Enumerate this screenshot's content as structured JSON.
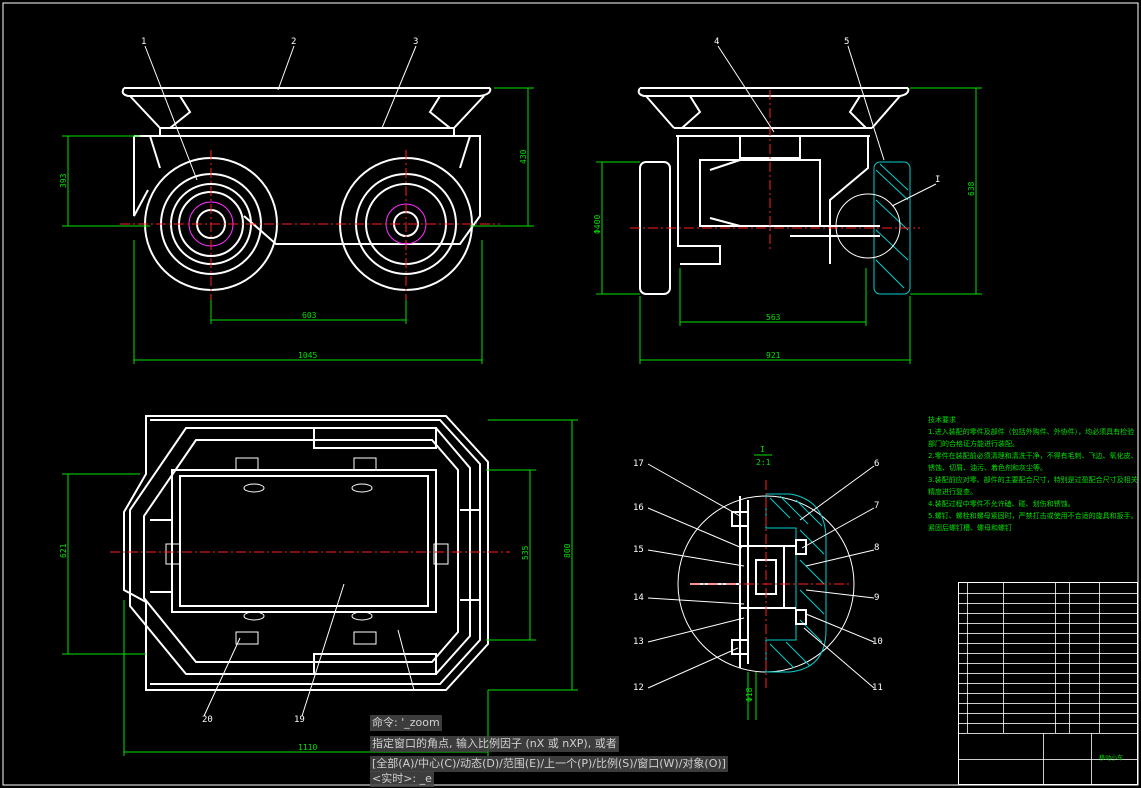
{
  "colors": {
    "background": "#000000",
    "outline": "#ffffff",
    "dimension": "#00e000",
    "centerline": "#ff2020",
    "hatch": "#00d0d0"
  },
  "part_labels": [
    "1",
    "2",
    "3",
    "4",
    "5",
    "6",
    "7",
    "8",
    "9",
    "10",
    "11",
    "12",
    "13",
    "14",
    "15",
    "16",
    "17",
    "19",
    "20"
  ],
  "dimensions": {
    "front_height_left": "393",
    "front_height_right": "430",
    "front_wheelbase": "603",
    "front_length": "1045",
    "side_wheel_dia": "Φ400",
    "side_track": "563",
    "side_width": "921",
    "side_height": "638",
    "top_width": "621",
    "top_inner": "535",
    "top_outer": "800",
    "top_length": "1110",
    "detail_dia": "Φ18"
  },
  "section_mark": "I",
  "detail_mark": "I",
  "detail_scale": "2:1",
  "tech_notes": {
    "title": "技术要求",
    "lines": [
      "1.进入装配的零件及部件（包括外购件、外协件），均必须具有检验",
      "部门的合格证方能进行装配。",
      "2.零件在装配前必须清理和清洗干净，不得有毛刺、飞边、氧化皮、",
      "锈蚀、切屑、油污、着色剂和灰尘等。",
      "3.装配前应对零、部件的主要配合尺寸，特别是过盈配合尺寸及相关",
      "精度进行复查。",
      "4.装配过程中零件不允许磕、碰、划伤和锈蚀。",
      "5.螺钉、螺栓和螺母紧固时，严禁打击或使用不合适的旋具和扳手。",
      "紧固后螺钉槽、螺母和螺钉"
    ]
  },
  "title_block": {
    "drawing_name": "移动小车"
  },
  "command_line": {
    "line1": "命令: '_zoom",
    "line2": "指定窗口的角点, 输入比例因子 (nX 或 nXP), 或者",
    "line3": "[全部(A)/中心(C)/动态(D)/范围(E)/上一个(P)/比例(S)/窗口(W)/对象(O)]",
    "line4": "<实时>: _e"
  }
}
